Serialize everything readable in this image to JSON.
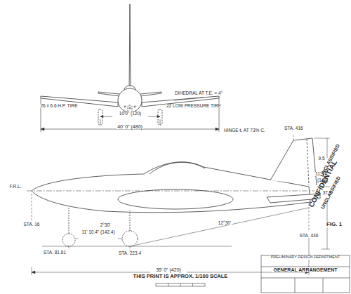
{
  "diagram": {
    "labels": [
      "DIHEDRAL AT T.E. = 4°",
      "26 x 6.6 H.P. TIRE",
      "10'0\" (120)",
      "22 LOW PRESSURE TIRE",
      "40' 0\" (480)",
      "HINGE ℄ AT 73% C.",
      "STA. 416",
      "9.5",
      "11' 11\"",
      "(143)",
      "37.5",
      "F.R.L.",
      "STA. 16",
      "2°30'",
      "12°30'",
      "11' 10.4\" (142.4)",
      "STA. 223.4",
      "STA. 81.81",
      "STA. 436",
      "35' 0\" (420)",
      "THIS PRINT IS APPROX. 1/100 SCALE",
      "UNCLASSIFIED",
      "CONFIDENTIAL",
      "UNCLASSIFIED",
      "FIG. 1",
      "PRELIMINARY DESIGN DEPARTMENT",
      "GENERAL ARRANGEMENT"
    ]
  }
}
